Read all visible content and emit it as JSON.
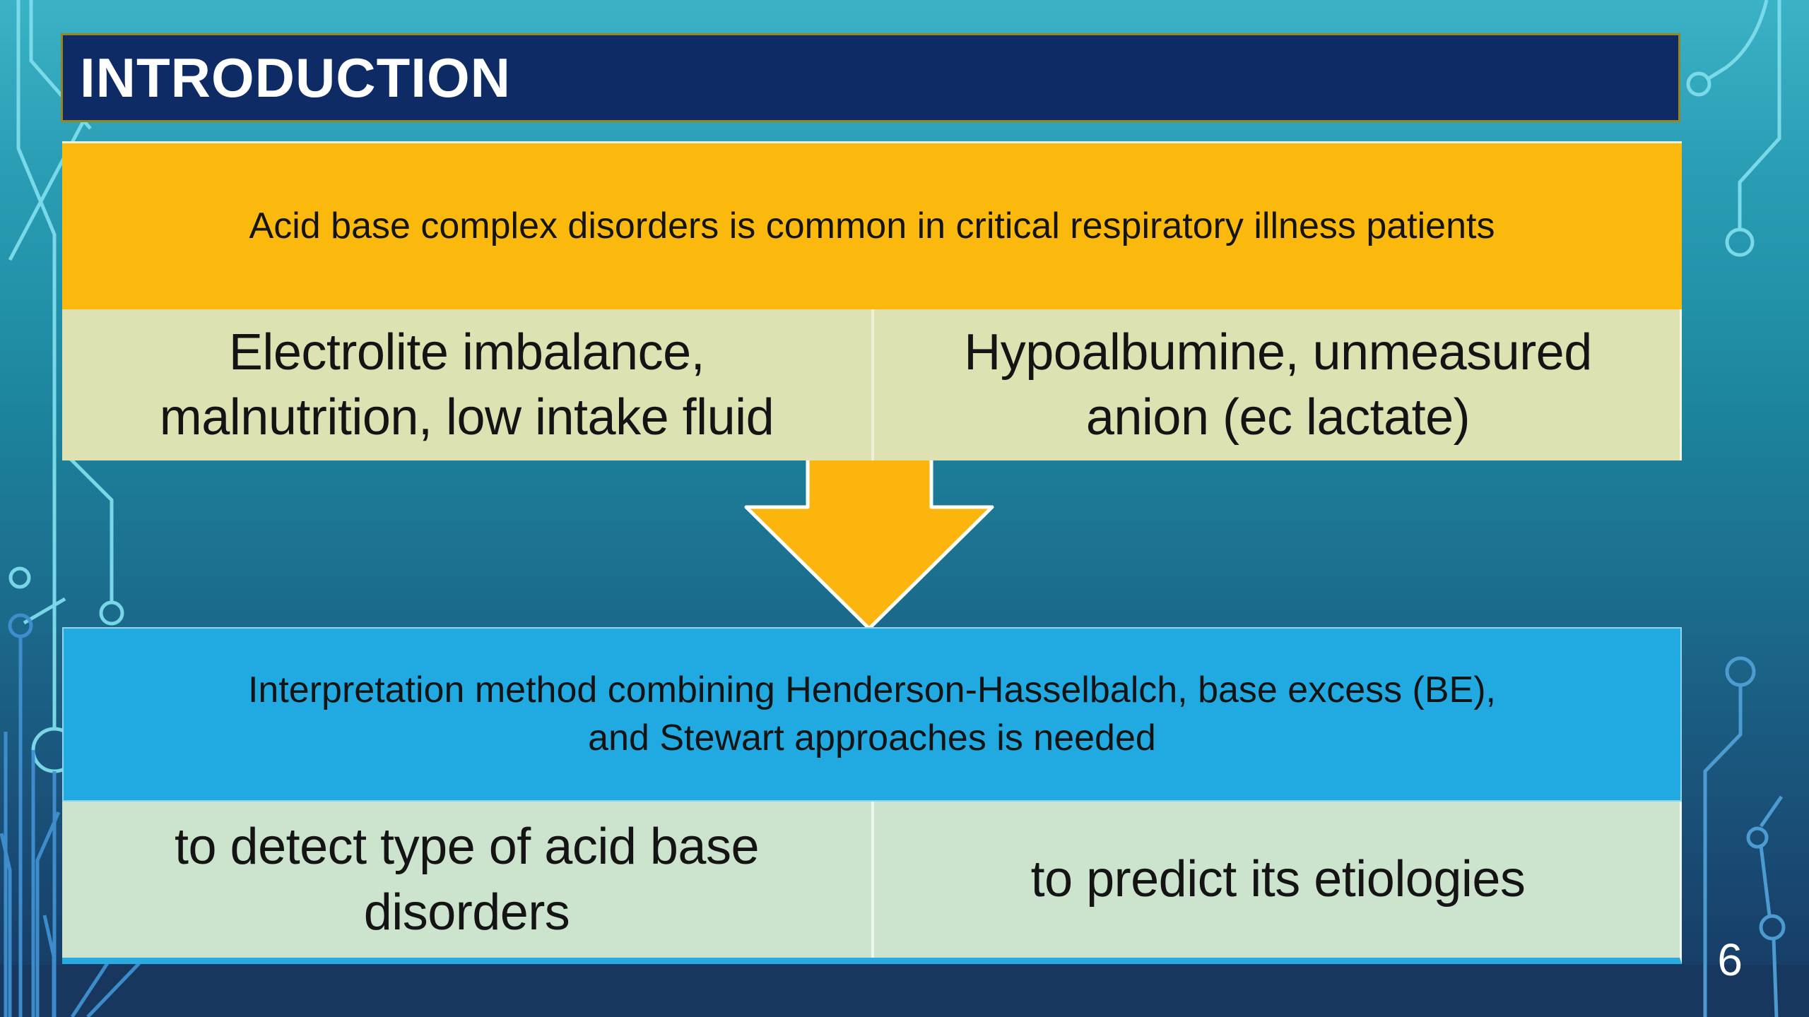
{
  "slide": {
    "title": "INTRODUCTION",
    "page_number": "6",
    "flow": {
      "top_banner": "Acid base complex disorders is common in critical respiratory illness patients",
      "causes": {
        "left": "Electrolite imbalance, malnutrition, low intake fluid",
        "right": "Hypoalbumine, unmeasured anion (ec lactate)"
      },
      "bottom_banner": "Interpretation method combining Henderson-Hasselbalch, base excess (BE), and Stewart approaches is needed",
      "goals": {
        "left": "to detect type of acid base disorders",
        "right": "to predict its etiologies"
      }
    },
    "icons": {
      "arrow": "down-arrow",
      "decorations": "circuit-board-traces"
    },
    "colors": {
      "title_bar_bg": "#0E2B66",
      "title_bar_border": "#97861F",
      "title_text": "#FFFFFF",
      "top_banner_bg": "#FBB80D",
      "causes_bg": "#DEE2B2",
      "bottom_banner_bg": "#21A9E1",
      "goals_bg": "#CCE3CE",
      "goals_bottom_border": "#29ABE2",
      "arrow_fill": "#FBB50D",
      "arrow_outline": "#FFFFFF",
      "body_text": "#141414",
      "background_top": "#3BB2C6",
      "background_bottom": "#163C64",
      "bottom_band": "#17375F",
      "circuit_cyan": "#7EDDEB",
      "circuit_blue": "#4090D0",
      "page_number_color": "#FFFFFF"
    }
  }
}
